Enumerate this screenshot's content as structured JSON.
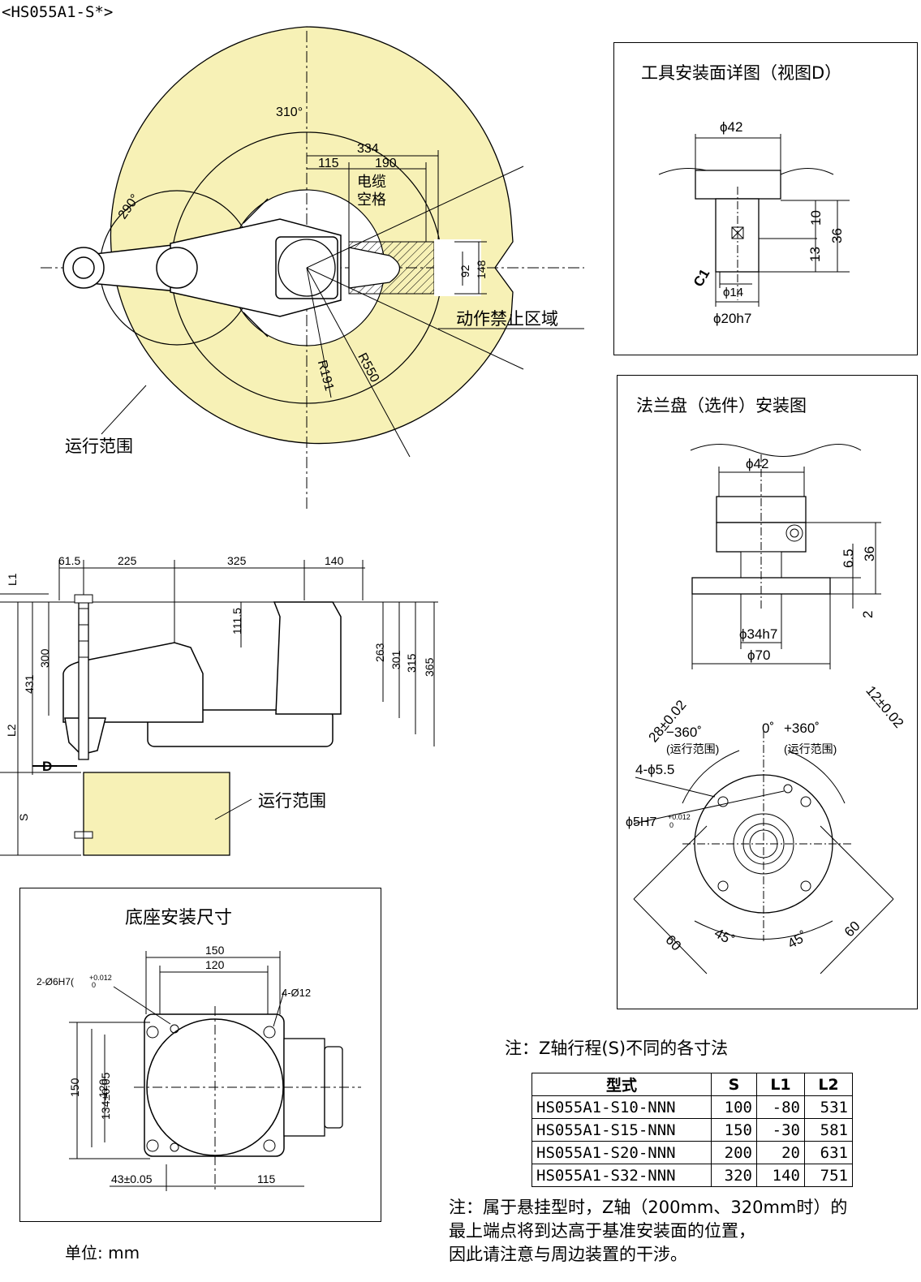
{
  "header": {
    "model": "<HS055A1-S*>"
  },
  "top_view": {
    "angle_310": "310°",
    "angle_290": "290°",
    "dim_334": "334",
    "dim_115": "115",
    "dim_190": "190",
    "cable_space": "电缆",
    "cable_space_2": "空格",
    "dim_92": "92",
    "dim_148": "148",
    "forbidden_zone": "动作禁止区域",
    "radius_191": "R191",
    "radius_550": "R550",
    "motion_range": "运行范围"
  },
  "side_view": {
    "dim_61_5": "61.5",
    "dim_225": "225",
    "dim_325": "325",
    "dim_140": "140",
    "L1": "L1",
    "L2": "L2",
    "S": "S",
    "dim_431": "431",
    "dim_300": "300",
    "dim_111_5": "111.5",
    "dim_263": "263",
    "dim_301": "301",
    "dim_315": "315",
    "dim_365": "365",
    "view_D": "D",
    "motion_range": "运行范围"
  },
  "base_box": {
    "title": "底座安装尺寸",
    "dim_150h": "150",
    "dim_120h": "120",
    "hole_6": "2-Ø6H7(",
    "hole_6_tol_top": "+0.012",
    "hole_6_tol_bot": "0",
    "hole_12": "4-Ø12",
    "dim_150v": "150",
    "dim_134": "134±0.05",
    "dim_120v": "120",
    "dim_43": "43±0.05",
    "dim_115": "115"
  },
  "units": "单位: mm",
  "tool_box": {
    "title": "工具安装面详图（视图D）",
    "phi42": "ϕ42",
    "dim_10": "10",
    "dim_36": "36",
    "dim_13": "13",
    "c1": "C1",
    "phi14": "ϕ14",
    "phi20": "ϕ20h7"
  },
  "flange_box": {
    "title": "法兰盘（选件）安装图",
    "phi42": "ϕ42",
    "dim_6_5": "6.5",
    "dim_36": "36",
    "dim_2": "2",
    "phi34": "ϕ34h7",
    "phi70": "ϕ70",
    "tol_28": "28±0.02",
    "tol_12": "12±0.02",
    "minus360": "−360˚",
    "zero": "0˚",
    "plus360": "+360˚",
    "range_l": "(运行范围)",
    "range_r": "(运行范围)",
    "hole4": "4-ϕ5.5",
    "hole5": "ϕ5H7",
    "hole5_tol_top": "+0.012",
    "hole5_tol_bot": "0",
    "dim_60a": "60",
    "dim_45a": "45˚",
    "dim_45b": "45˚",
    "dim_60b": "60"
  },
  "table_note": "注：Z轴行程(S)不同的各寸法",
  "table": {
    "headers": [
      "型式",
      "S",
      "L1",
      "L2"
    ],
    "rows": [
      [
        "HS055A1-S10-NNN",
        "100",
        "-80",
        "531"
      ],
      [
        "HS055A1-S15-NNN",
        "150",
        "-30",
        "581"
      ],
      [
        "HS055A1-S20-NNN",
        "200",
        "20",
        "631"
      ],
      [
        "HS055A1-S32-NNN",
        "320",
        "140",
        "751"
      ]
    ]
  },
  "bottom_note": {
    "line1": "注：属于悬挂型时，Z轴（200mm、320mm时）的",
    "line2": "最上端点将到达高于基准安装面的位置，",
    "line3": "因此请注意与周边装置的干涉。"
  }
}
